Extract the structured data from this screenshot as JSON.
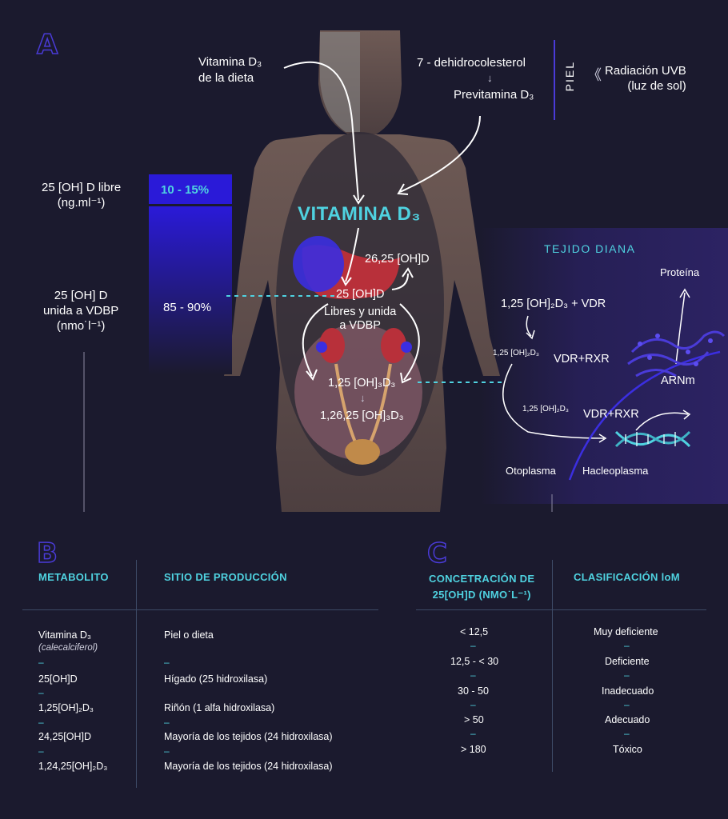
{
  "section_a": {
    "letter": "A",
    "dietary": "Vitamina D₃\nde la dieta",
    "precursor": "7 -  dehidrocolesterol",
    "arrow_down": "↓",
    "previtamin": "Previtamina D₃",
    "skin": "PIEL",
    "uvb_arrows": "《",
    "uvb": "Radiación UVB\n(luz de sol)",
    "center_title": "VITAMINA D₃",
    "free_label": "25 [OH] D libre\n(ng.ml⁻¹)",
    "free_value": "10 - 15%",
    "bound_label": "25 [OH] D\nunida a VDBP\n(nmo˙l⁻¹)",
    "bound_value": "85 - 90%",
    "liver_out": "26,25 [OH]D",
    "liver_main": "25 [OH]D",
    "transport": "Libres y unida\na VDBP",
    "kidney_main": "1,25 [OH]₃D₃",
    "kidney_arrow": "↓",
    "kidney_out": "1,26,25 [OH]₃D₃",
    "colors": {
      "cyan": "#4fd2e0",
      "indigo": "#2a1ad8",
      "bg": "#1b1a2e",
      "panel": "#272158"
    }
  },
  "target_tissue": {
    "title": "TEJIDO DIANA",
    "protein": "Proteína",
    "binding": "1,25 [OH]₂D₃ + VDR",
    "complex1_small": "1,25 [OH]₂D₃",
    "complex1": "VDR+RXR",
    "mrna": "ARNm",
    "complex2_small": "1,25 [OH]₂D₃",
    "complex2": "VDR+RXR",
    "cytoplasm": "Otoplasma",
    "nucleoplasm": "Hacleoplasma",
    "icons": [
      "dna-icon"
    ]
  },
  "section_b": {
    "letter": "B",
    "headers": [
      "METABOLITO",
      "SITIO DE PRODUCCIÓN"
    ],
    "rows": [
      {
        "metabolite": "Vitamina D₃",
        "note": "(calecalciferol)",
        "site": "Piel o dieta"
      },
      {
        "metabolite": "25[OH]D",
        "site": "Hígado (25 hidroxilasa)"
      },
      {
        "metabolite": "1,25[OH]₂D₃",
        "site": "Riñón (1 alfa hidroxilasa)"
      },
      {
        "metabolite": "24,25[OH]D",
        "site": "Mayoría de los tejidos (24 hidroxilasa)"
      },
      {
        "metabolite": "1,24,25[OH]₂D₃",
        "site": "Mayoría de los tejidos (24 hidroxilasa)"
      }
    ],
    "separator": "–"
  },
  "section_c": {
    "letter": "C",
    "headers": [
      "CONCETRACIÓN DE\n25[OH]D (NMO˙L⁻¹)",
      "CLASIFICACIÓN loM"
    ],
    "rows": [
      {
        "range": "< 12,5",
        "class": "Muy deficiente"
      },
      {
        "range": "12,5 - < 30",
        "class": "Deficiente"
      },
      {
        "range": "30 - 50",
        "class": "Inadecuado"
      },
      {
        "range": "> 50",
        "class": "Adecuado"
      },
      {
        "range": "> 180",
        "class": "Tóxico"
      }
    ],
    "separator": "–"
  }
}
